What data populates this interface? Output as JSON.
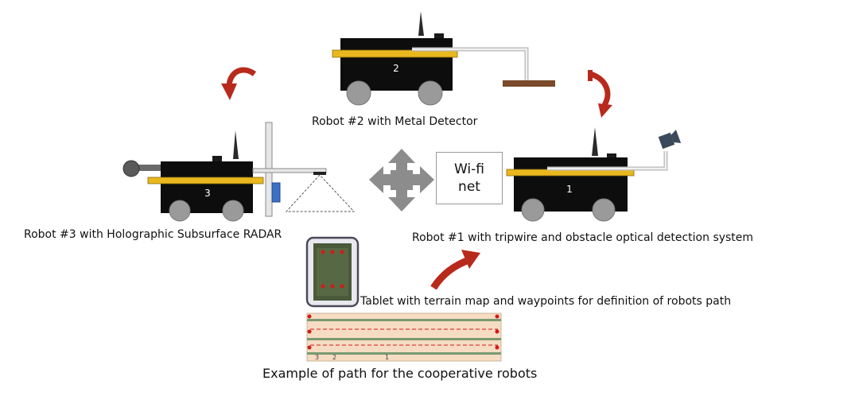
{
  "labels": {
    "robot2": "Robot #2 with Metal Detector",
    "robot3": "Robot #3 with Holographic Subsurface RADAR",
    "robot1": "Robot #1 with tripwire and obstacle optical detection system",
    "tablet": "Tablet with terrain map and waypoints for definition of robots path",
    "path": "Example of path for the cooperative robots"
  },
  "robots": {
    "r1": "1",
    "r2": "2",
    "r3": "3"
  },
  "wifi": {
    "line1": "Wi-fi",
    "line2": "net"
  },
  "path_markers": [
    "3",
    "2",
    "1"
  ],
  "colors": {
    "robot_body": "#0d0d0d",
    "yellow_plate": "#e8b81e",
    "wheel": "#9a9a9a",
    "arrow_red": "#b82a1c",
    "move_arrows": "#8c8c8c",
    "detector_bar": "#7a4a2a",
    "radar_box": "#3a6fc4",
    "waypoint": "#d21a1a"
  }
}
